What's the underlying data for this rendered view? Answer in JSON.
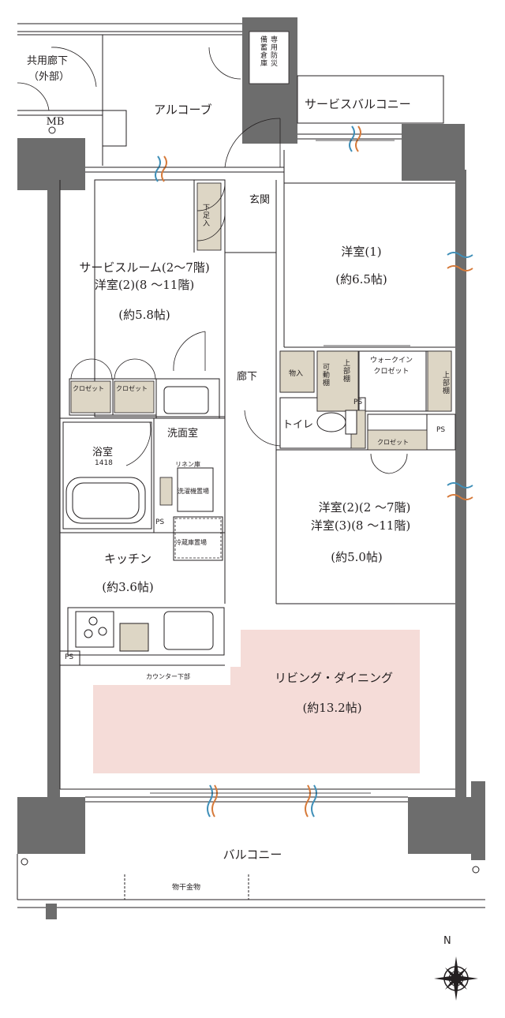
{
  "rooms": {
    "common_corridor_l1": "共用廊下",
    "common_corridor_l2": "（外部）",
    "mb": "MB",
    "alcove": "アルコーブ",
    "disaster_storage_l1": "専用防災",
    "disaster_storage_l2": "備蓄倉庫",
    "service_balcony": "サービスバルコニー",
    "entrance": "玄関",
    "shoe_box": "下足入",
    "service_room_l1": "サービスルーム(2〜7階)",
    "service_room_l2": "洋室(2)(8 〜11階)",
    "service_room_size": "(約5.8帖)",
    "western_room_1": "洋室(1)",
    "western_room_1_size": "(約6.5帖)",
    "hallway": "廊下",
    "storage": "物入",
    "movable_shelf": "可動棚",
    "upper_shelf": "上部棚",
    "upper_shelf_2": "上部棚",
    "walk_in_closet_l1": "ウォークイン",
    "walk_in_closet_l2": "クロゼット",
    "closet_1": "クロゼット",
    "closet_2": "クロゼット",
    "closet_3": "クロゼット",
    "washroom": "洗面室",
    "bathroom": "浴室",
    "bathroom_size": "1418",
    "linen": "リネン庫",
    "washer_space": "洗濯機置場",
    "toilet": "トイレ",
    "ps_1": "PS",
    "ps_2": "PS",
    "ps_3": "PS",
    "ps_4": "PS",
    "western_room_2_l1": "洋室(2)(2 〜7階)",
    "western_room_2_l2": "洋室(3)(8 〜11階)",
    "western_room_2_size": "(約5.0帖)",
    "fridge_space": "冷蔵庫置場",
    "kitchen": "キッチン",
    "kitchen_size": "(約3.6帖)",
    "counter_below": "カウンター下部",
    "living_dining": "リビング・ダイニング",
    "living_dining_size": "(約13.2帖)",
    "balcony": "バルコニー",
    "clothes_rack": "物干金物"
  },
  "compass": {
    "label": "N"
  },
  "colors": {
    "wall": "#6d6d6d",
    "ldk_highlight": "#f5dcd8",
    "fixture": "#ddd6c5",
    "line": "#231f20",
    "vent_blue": "#3f8fb8",
    "vent_orange": "#d67a3a"
  }
}
